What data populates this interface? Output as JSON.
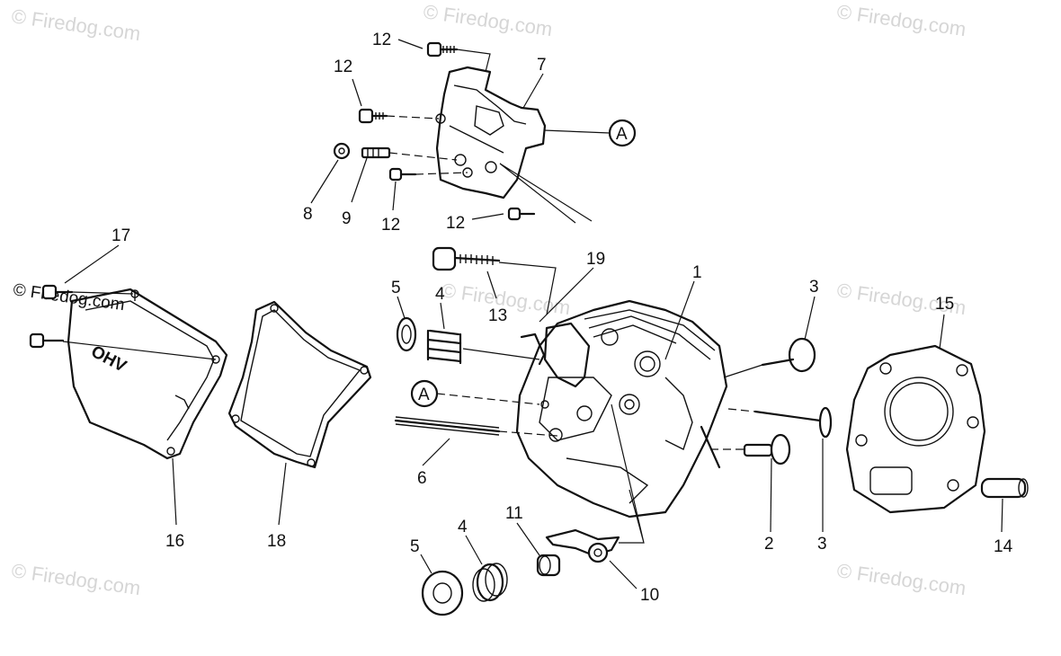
{
  "watermark": "© Firedog.com",
  "reference_marker": "A",
  "cover_text": "OHV",
  "callouts": {
    "c1": "1",
    "c2": "2",
    "c3a": "3",
    "c3b": "3",
    "c4a": "4",
    "c4b": "4",
    "c5a": "5",
    "c5b": "5",
    "c6": "6",
    "c7": "7",
    "c8": "8",
    "c9": "9",
    "c10": "10",
    "c11": "11",
    "c12a": "12",
    "c12b": "12",
    "c12c": "12",
    "c12d": "12",
    "c13": "13",
    "c14": "14",
    "c15": "15",
    "c16": "16",
    "c17": "17",
    "c18": "18",
    "c19": "19"
  }
}
